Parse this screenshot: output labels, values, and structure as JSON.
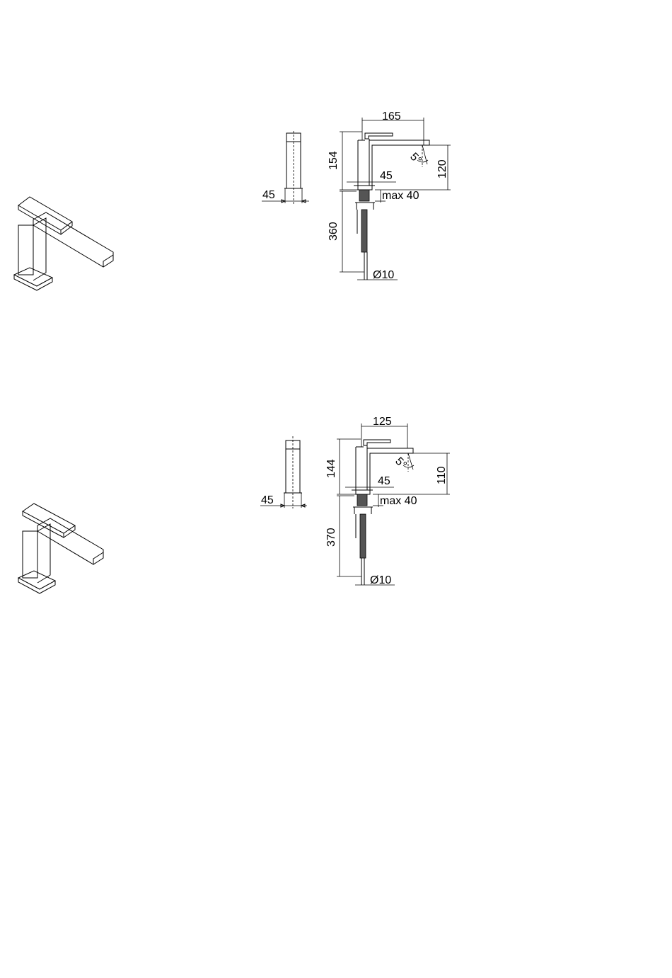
{
  "drawings": [
    {
      "side_width": "45",
      "spout_reach": "165",
      "body_height": "154",
      "spout_height": "120",
      "base_width": "45",
      "max_thickness": "max 40",
      "hose_length": "360",
      "hose_diameter": "Ø10",
      "angle": "5°"
    },
    {
      "side_width": "45",
      "spout_reach": "125",
      "body_height": "144",
      "spout_height": "110",
      "base_width": "45",
      "max_thickness": "max 40",
      "hose_length": "370",
      "hose_diameter": "Ø10",
      "angle": "5°"
    }
  ]
}
